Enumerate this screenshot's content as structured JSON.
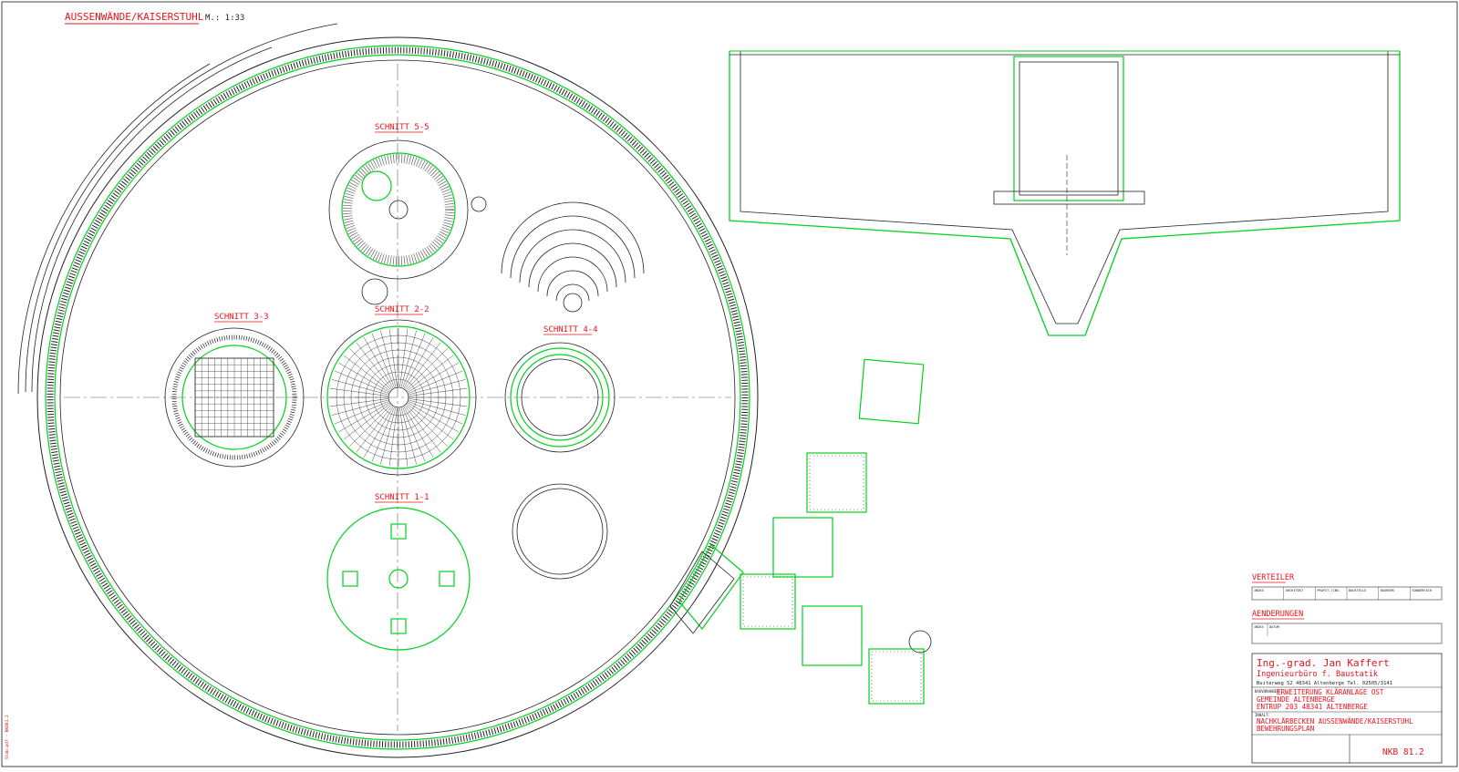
{
  "drawing": {
    "main_title": "AUSSENWÄNDE/KAISERSTUHL",
    "scale": "M.: 1:33",
    "drawing_number": "NKB 81.2"
  },
  "sections": {
    "s55": "SCHNITT 5-5",
    "s33": "SCHNITT 3-3",
    "s22": "SCHNITT 2-2",
    "s44": "SCHNITT 4-4",
    "s11": "SCHNITT 1-1"
  },
  "title_block": {
    "verteiler": "VERTEILER",
    "verteiler_cols": [
      "INDEX",
      "ARCHITEKT",
      "PRÜFST./ING.",
      "BAUSTELLE",
      "BAUHERR",
      "SONDERFACH"
    ],
    "aenderungen": "AENDERUNGEN",
    "aenderungen_cols": [
      "INDEX",
      "DATUM"
    ],
    "engineer_name": "Ing.-grad. Jan Kaffert",
    "engineer_office": "Ingenieurbüro f. Baustatik",
    "engineer_address": "Buiterweg 52   48341 Altenberge   Tel. 02505/3141",
    "project_label": "BAUVORHABEN:",
    "project_line1": "ERWEITERUNG KLÄRANLAGE OST",
    "project_line2": "GEMEINDE ALTENBERGE",
    "project_line3": "ENTRUP 203  48341 ALTENBERGE",
    "content_label": "INHALT:",
    "content_line1": "NACHKLÄRBECKEN  AUSSENWÄNDE/KAISERSTUHL",
    "content_line2": "BEWEHRUNGSPLAN",
    "num_label": "NKB 81.2"
  },
  "footer_note": "Stab.pdf - NKB81.2"
}
